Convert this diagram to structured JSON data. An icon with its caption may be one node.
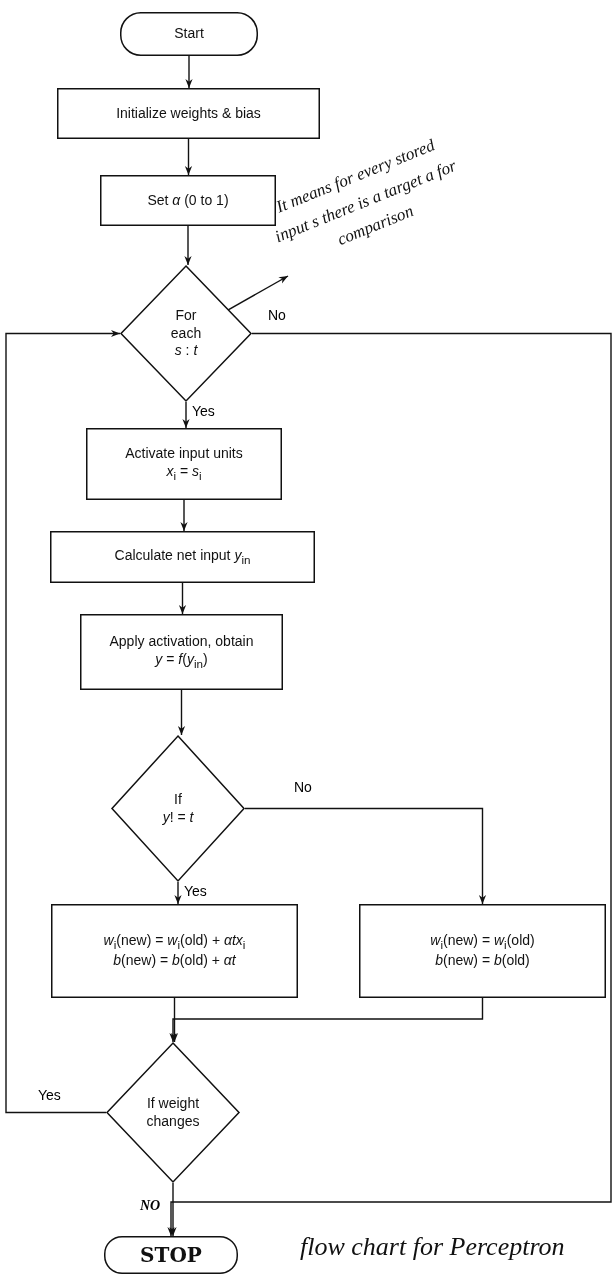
{
  "diagram": {
    "caption": "flow chart for Perceptron",
    "nodes": [
      {
        "text": [
          "Start"
        ]
      },
      {
        "text": [
          "Initialize weights & bias"
        ]
      },
      {
        "text": [
          "Set *α* (0 to 1)"
        ]
      },
      {
        "text": [
          "For each",
          "*s* : *t*"
        ]
      },
      {
        "text": [
          "Activate input units",
          "*x*$_{i}$ = *s*$_{i}$"
        ]
      },
      {
        "text": [
          "Calculate net input *y*$_{in}$"
        ]
      },
      {
        "text": [
          "Apply activation, obtain",
          "*y* = *f*(*y*$_{in}$)"
        ]
      },
      {
        "text": [
          "If",
          "*y*! = *t*"
        ]
      },
      {
        "text": [
          "*w*$_{i}$(new) = *w*$_{i}$(old) + *αtx*$_{i}$",
          "*b*(new) = *b*(old) + *αt*"
        ]
      },
      {
        "text": [
          "*w*$_{i}$(new) = *w*$_{i}$(old)",
          "*b*(new) = *b*(old)"
        ]
      },
      {
        "text": [
          "If weight changes"
        ]
      },
      {
        "text": [
          "STOP"
        ]
      },
      {
        "text": [
          "It means for every stored input s there is a target a for comparison"
        ]
      }
    ],
    "edges": [
      {
        "from": 0,
        "to": 1,
        "arrow": "to"
      },
      {
        "from": 1,
        "to": 2,
        "arrow": "to"
      },
      {
        "from": 2,
        "to": 3,
        "arrow": "to"
      },
      {
        "from": 3,
        "to": 4,
        "arrow": "to",
        "label": "Yes"
      },
      {
        "from": 4,
        "to": 5,
        "arrow": "to"
      },
      {
        "from": 5,
        "to": 6,
        "arrow": "to"
      },
      {
        "from": 6,
        "to": 7,
        "arrow": "to"
      },
      {
        "from": 7,
        "to": 8,
        "arrow": "to",
        "label": "Yes"
      },
      {
        "from": 7,
        "to": 9,
        "arrow": "to",
        "label": "No"
      },
      {
        "from": 8,
        "to": 10,
        "arrow": "to"
      },
      {
        "from": 9,
        "to": 10,
        "arrow": "to"
      },
      {
        "from": 10,
        "to": 3,
        "arrow": "to",
        "label": "Yes"
      },
      {
        "from": 3,
        "to": 11,
        "arrow": "to",
        "label": "No"
      },
      {
        "from": 10,
        "to": 11,
        "arrow": "to",
        "label": "NO"
      },
      {
        "from": 3,
        "to": 12,
        "arrow": "to"
      }
    ]
  }
}
